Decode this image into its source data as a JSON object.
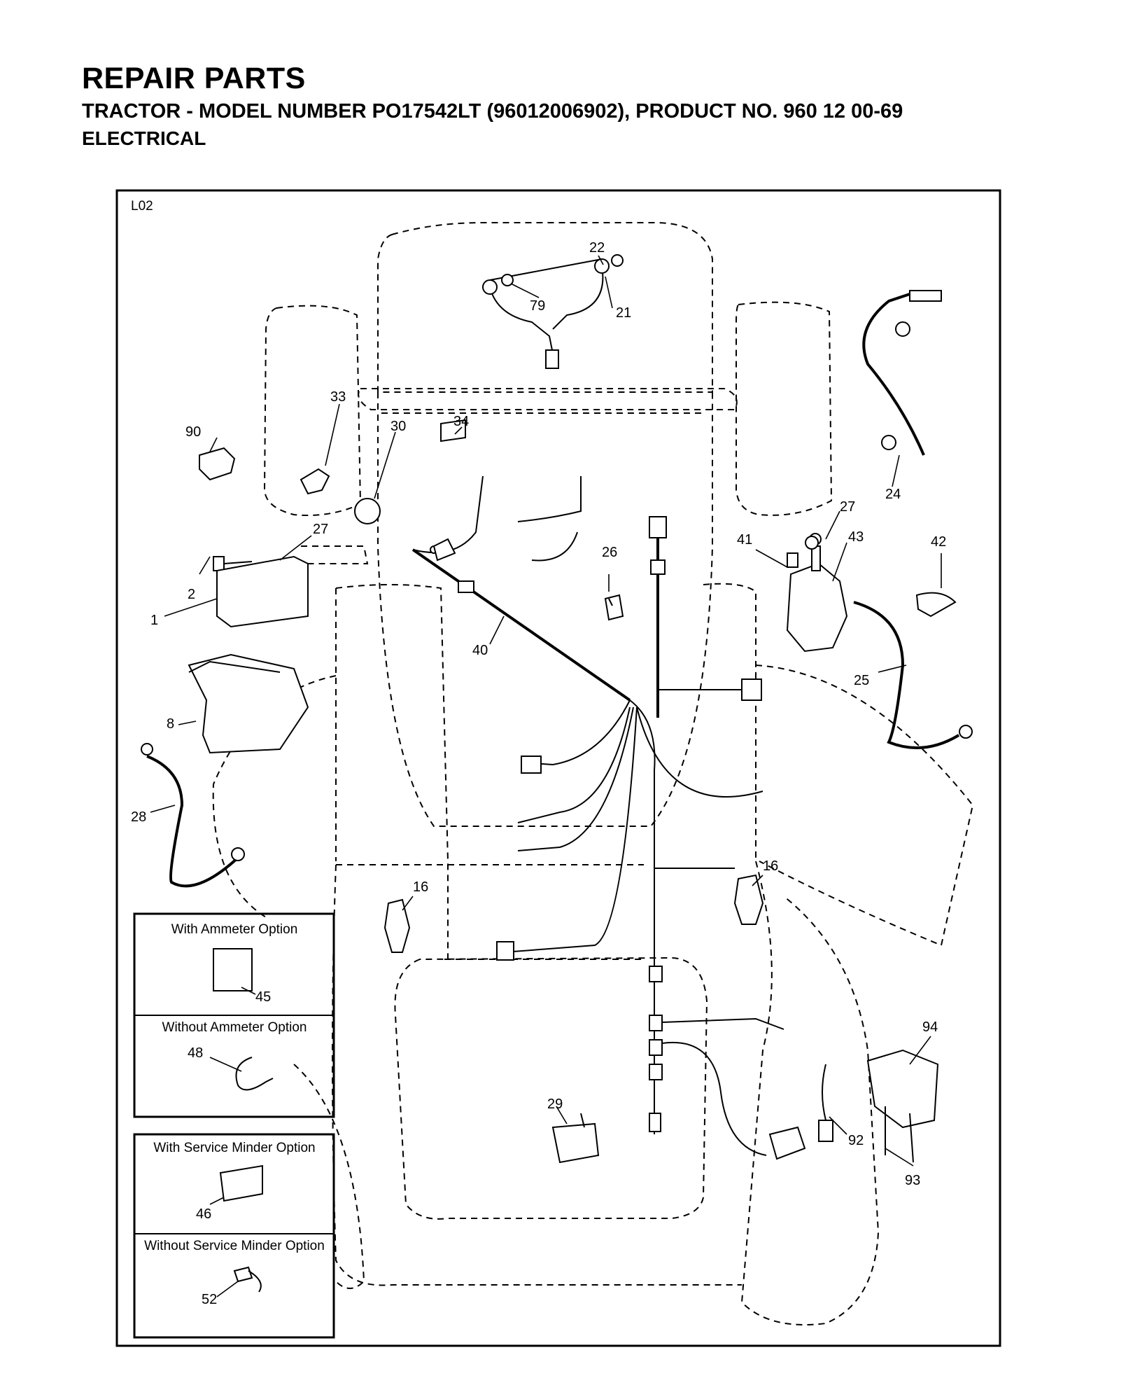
{
  "header": {
    "title": "REPAIR PARTS",
    "subtitle": "TRACTOR  - MODEL NUMBER  PO17542LT (96012006902), PRODUCT NO. 960 12 00-69",
    "section": "ELECTRICAL"
  },
  "diagram": {
    "code": "L02",
    "callouts": [
      "22",
      "79",
      "21",
      "33",
      "34",
      "90",
      "30",
      "27",
      "2",
      "1",
      "40",
      "26",
      "24",
      "27",
      "41",
      "43",
      "42",
      "25",
      "8",
      "28",
      "16",
      "16",
      "94",
      "29",
      "92",
      "93"
    ],
    "options": {
      "ammeter_with": {
        "label": "With Ammeter Option",
        "part": "45"
      },
      "ammeter_without": {
        "label": "Without Ammeter Option",
        "part": "48"
      },
      "minder_with": {
        "label": "With Service Minder Option",
        "part": "46"
      },
      "minder_without": {
        "label": "Without Service Minder Option",
        "part": "52"
      }
    }
  }
}
